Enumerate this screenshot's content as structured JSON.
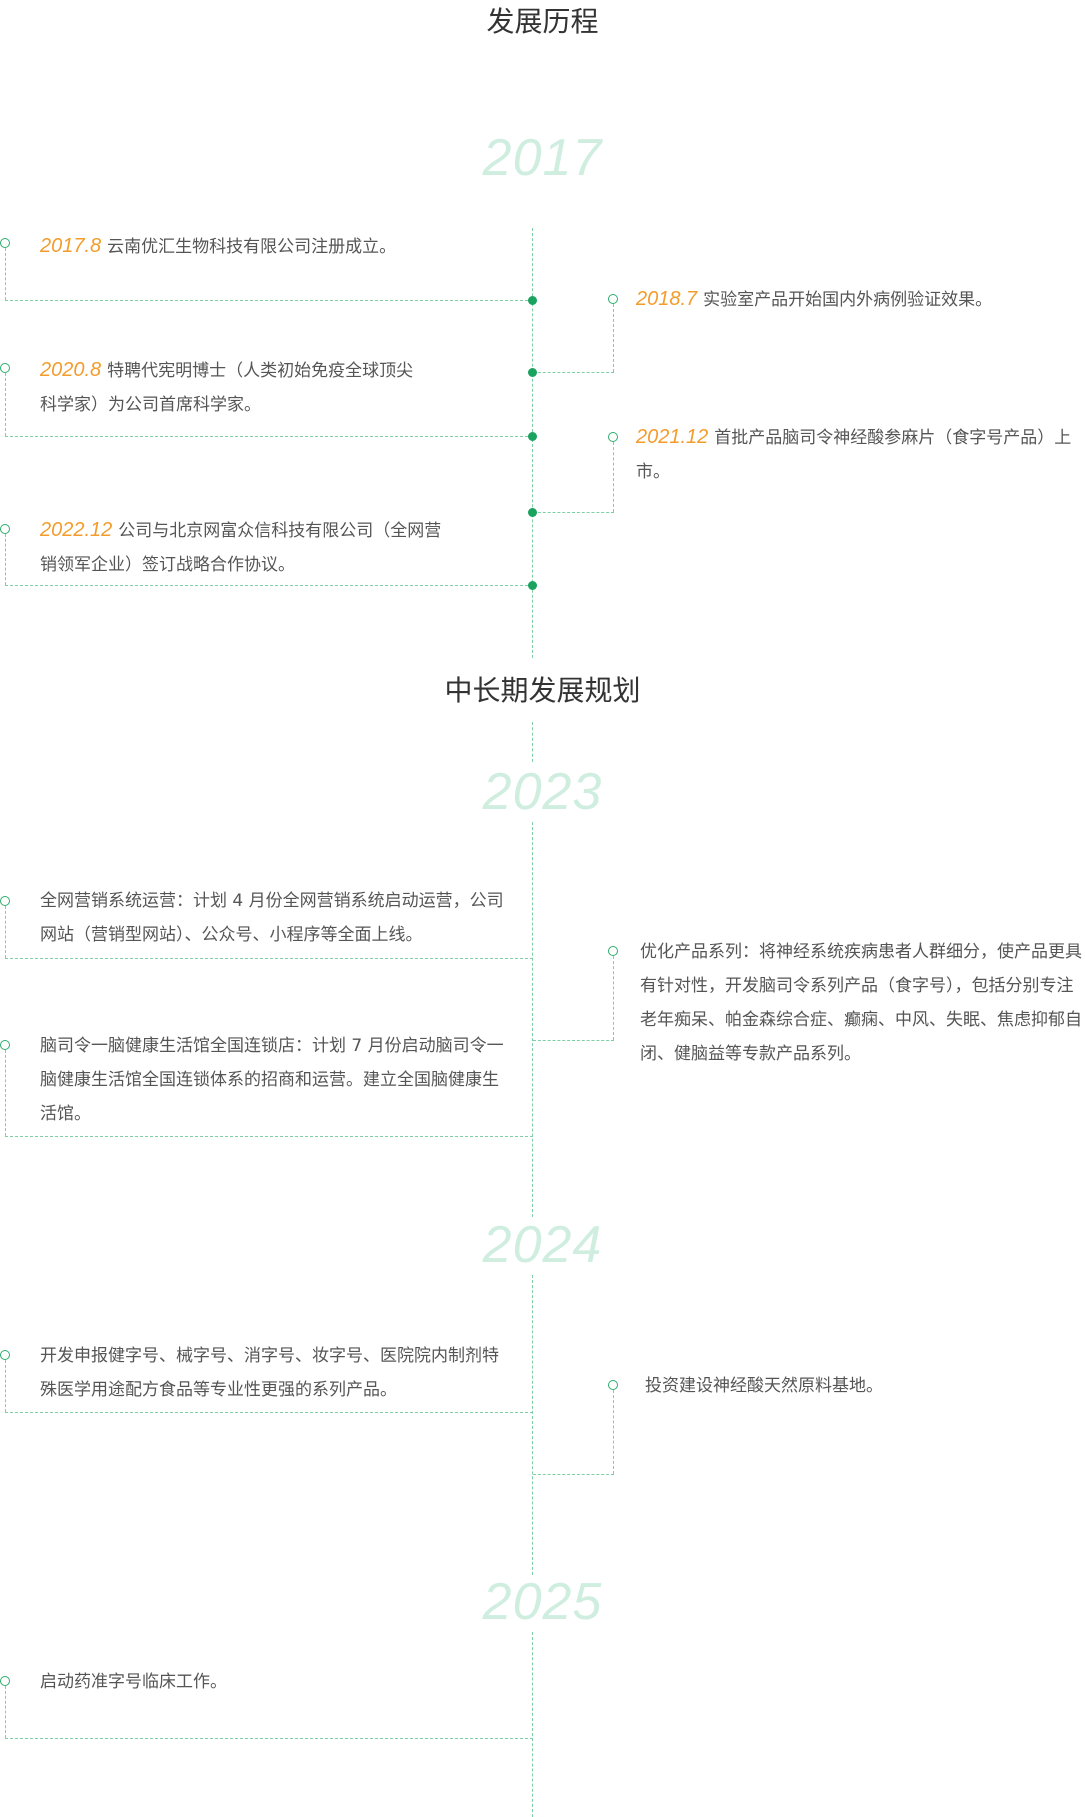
{
  "section1_title": "发展历程",
  "section2_title": "中长期发展规划",
  "colors": {
    "accent_green": "#1aa25f",
    "year_watermark": "#cfeee0",
    "date_orange": "#f39c2b"
  },
  "years": {
    "y2017": "2017",
    "y2023": "2023",
    "y2024": "2024",
    "y2025": "2025"
  },
  "history": [
    {
      "date": "2017.8",
      "text": "云南优汇生物科技有限公司注册成立。"
    },
    {
      "date": "2018.7",
      "text": "实验室产品开始国内外病例验证效果。"
    },
    {
      "date": "2020.8",
      "text": "特聘代宪明博士（人类初始免疫全球顶尖科学家）为公司首席科学家。"
    },
    {
      "date": "2021.12",
      "text": "首批产品脑司令神经酸参麻片（食字号产品）上市。"
    },
    {
      "date": "2022.12",
      "text": "公司与北京网富众信科技有限公司（全网营销领军企业）签订战略合作协议。"
    }
  ],
  "plan2023": [
    {
      "text": "全网营销系统运营：计划 4 月份全网营销系统启动运营，公司网站（营销型网站）、公众号、小程序等全面上线。"
    },
    {
      "text": "优化产品系列：将神经系统疾病患者人群细分，使产品更具有针对性，开发脑司令系列产品（食字号），包括分别专注老年痴呆、帕金森综合症、癫痫、中风、失眠、焦虑抑郁自闭、健脑益等专款产品系列。"
    },
    {
      "text": "脑司令一脑健康生活馆全国连锁店：计划 7 月份启动脑司令一脑健康生活馆全国连锁体系的招商和运营。建立全国脑健康生活馆。"
    }
  ],
  "plan2024": [
    {
      "text": "开发申报健字号、械字号、消字号、妆字号、医院院内制剂特殊医学用途配方食品等专业性更强的系列产品。"
    },
    {
      "text": "投资建设神经酸天然原料基地。"
    }
  ],
  "plan2025": [
    {
      "text": "启动药准字号临床工作。"
    }
  ]
}
